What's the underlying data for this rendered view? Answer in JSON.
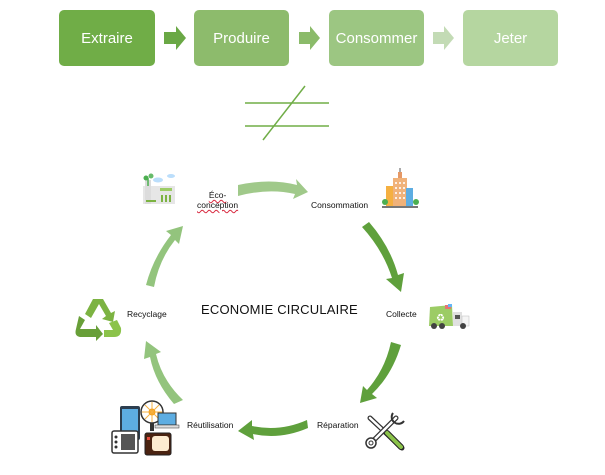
{
  "linear_flow": {
    "steps": [
      {
        "label": "Extraire",
        "color": "#70ad47"
      },
      {
        "label": "Produire",
        "color": "#8dbb6c"
      },
      {
        "label": "Consommer",
        "color": "#9cc682"
      },
      {
        "label": "Jeter",
        "color": "#b5d6a0"
      }
    ],
    "arrow_colors": [
      "#6aa845",
      "#8bbb6a",
      "#c3dbb5"
    ]
  },
  "not_equal_symbol": {
    "icon": "not-equal-icon",
    "color": "#70ad47"
  },
  "circular": {
    "title": "ECONOMIE CIRCULAIRE",
    "stages": [
      {
        "label_line1": "Éco-",
        "label_line2": "conception",
        "icon": "eco-factory-icon"
      },
      {
        "label": "Consommation",
        "icon": "city-buildings-icon"
      },
      {
        "label": "Collecte",
        "icon": "recycling-truck-icon"
      },
      {
        "label": "Réparation",
        "icon": "wrench-screwdriver-icon"
      },
      {
        "label": "Réutilisation",
        "icon": "electronics-appliances-icon"
      },
      {
        "label": "Recyclage",
        "icon": "recycle-icon"
      }
    ],
    "arrow_colors": {
      "dark": "#5fa03c",
      "light": "#93c47d"
    }
  }
}
